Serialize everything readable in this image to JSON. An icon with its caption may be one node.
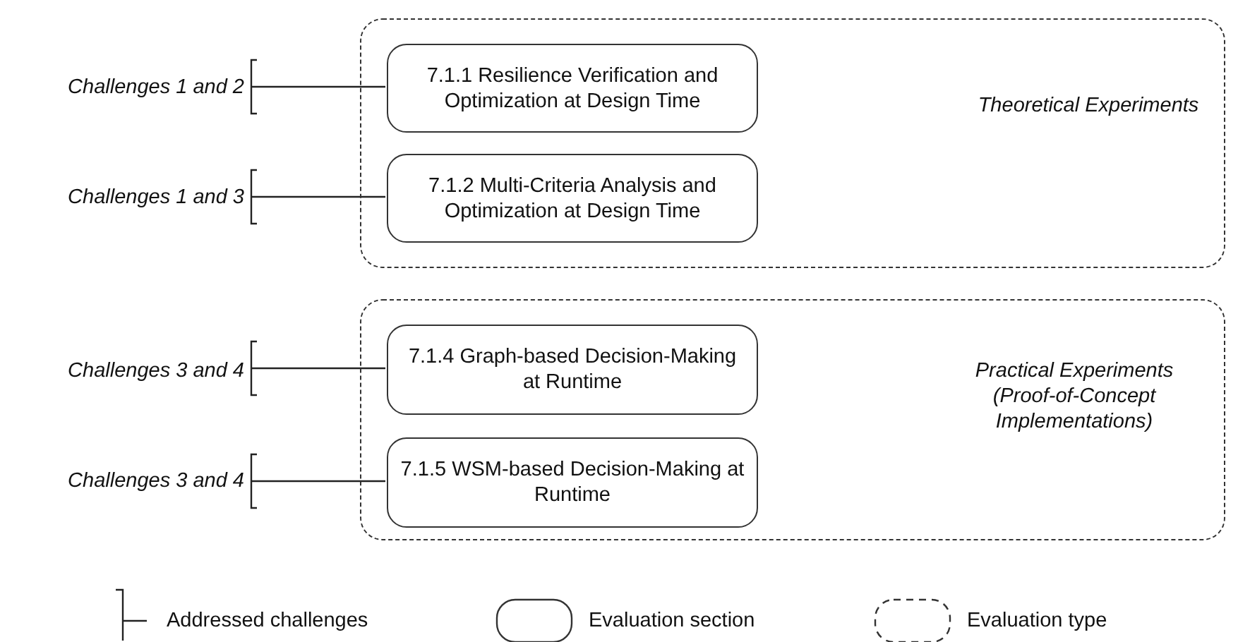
{
  "diagram": {
    "nodes": [
      {
        "text": [
          "Theoretical Experiments"
        ]
      },
      {
        "text": [
          "Challenges 1 and 2"
        ]
      },
      {
        "text": [
          "7.1.1 Resilience Verification and Optimization at Design Time"
        ],
        "in": 0
      },
      {
        "text": [
          "Challenges 1 and 3"
        ]
      },
      {
        "text": [
          "7.1.2 Multi-Criteria Analysis and Optimization at Design Time"
        ],
        "in": 0
      },
      {
        "text": [
          "Practical Experiments (Proof-of-Concept Implementations)"
        ]
      },
      {
        "text": [
          "Challenges 3 and 4"
        ]
      },
      {
        "text": [
          "7.1.4 Graph-based Decision-Making at Runtime"
        ],
        "in": 5
      },
      {
        "text": [
          "Challenges 3 and 4"
        ]
      },
      {
        "text": [
          "7.1.5 WSM-based Decision-Making at Runtime"
        ],
        "in": 5
      }
    ],
    "edges": [
      {
        "from": 1,
        "to": 2,
        "arrow": "other"
      },
      {
        "from": 3,
        "to": 4,
        "arrow": "other"
      },
      {
        "from": 6,
        "to": 7,
        "arrow": "other"
      },
      {
        "from": 8,
        "to": 9,
        "arrow": "other"
      }
    ],
    "legend": [
      {
        "text": "Addressed challenges"
      },
      {
        "text": "Evaluation section"
      },
      {
        "text": "Evaluation type"
      }
    ]
  }
}
